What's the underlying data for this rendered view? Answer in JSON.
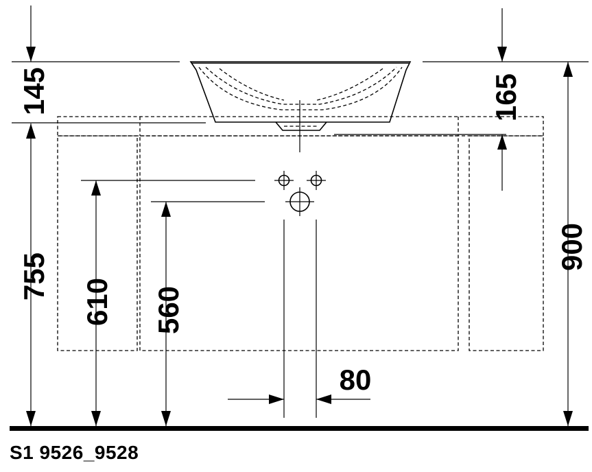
{
  "dimensions": {
    "d145": "145",
    "d165": "165",
    "d755": "755",
    "d610": "610",
    "d560": "560",
    "d900": "900",
    "d80": "80"
  },
  "caption": "S1 9526_9528"
}
